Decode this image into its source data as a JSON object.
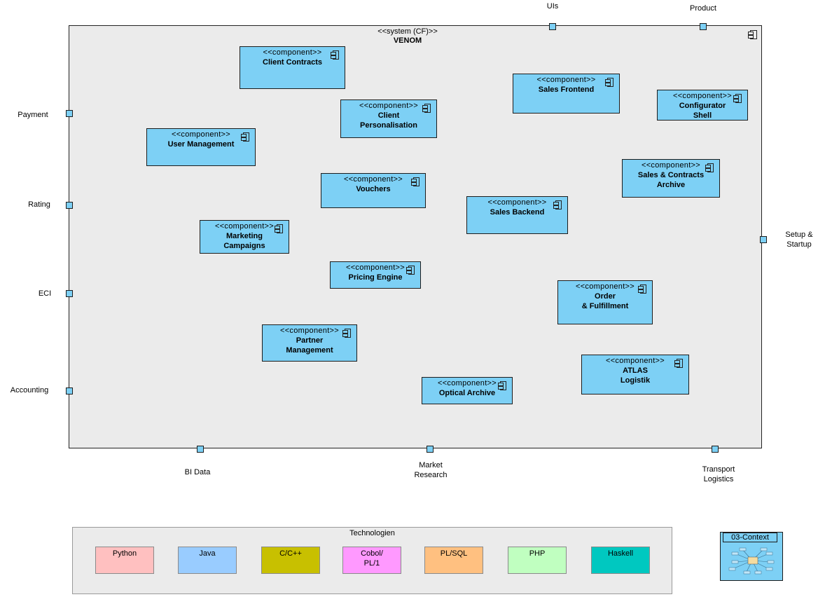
{
  "system": {
    "stereotype": "<<system (CF)>>",
    "name": "VENOM"
  },
  "stereotype": "<<component>>",
  "components": {
    "client_contracts": "Client Contracts",
    "sales_frontend": "Sales Frontend",
    "configurator_shell": "Configurator\nShell",
    "client_personalisation": "Client\nPersonalisation",
    "user_management": "User Management",
    "vouchers": "Vouchers",
    "sales_contracts_archive": "Sales & Contracts\nArchive",
    "sales_backend": "Sales Backend",
    "marketing_campaigns": "Marketing\nCampaigns",
    "pricing_engine": "Pricing Engine",
    "order_fulfillment": "Order\n& Fulfillment",
    "partner_management": "Partner\nManagement",
    "atlas_logistik": "ATLAS\nLogistik",
    "optical_archive": "Optical Archive"
  },
  "ports": {
    "uis": "UIs",
    "product": "Product",
    "payment": "Payment",
    "rating": "Rating",
    "eci": "ECI",
    "accounting": "Accounting",
    "setup_startup": "Setup &\nStartup",
    "bi_data": "BI Data",
    "market_research": "Market\nResearch",
    "transport_logistics": "Transport\nLogistics"
  },
  "legend": {
    "title": "Technologien",
    "items": [
      {
        "label": "Python",
        "color": "#ffc0c0"
      },
      {
        "label": "Java",
        "color": "#99ccff"
      },
      {
        "label": "C/C++",
        "color": "#c8c000"
      },
      {
        "label": "Cobol/\nPL/1",
        "color": "#ff99ff"
      },
      {
        "label": "PL/SQL",
        "color": "#ffc080"
      },
      {
        "label": "PHP",
        "color": "#c0ffc0"
      },
      {
        "label": "Haskell",
        "color": "#00c8c0"
      }
    ]
  },
  "context_thumbnail": {
    "label": "03-Context"
  },
  "colors": {
    "component_fill": "#7dd0f5",
    "system_fill": "#ebebeb"
  }
}
